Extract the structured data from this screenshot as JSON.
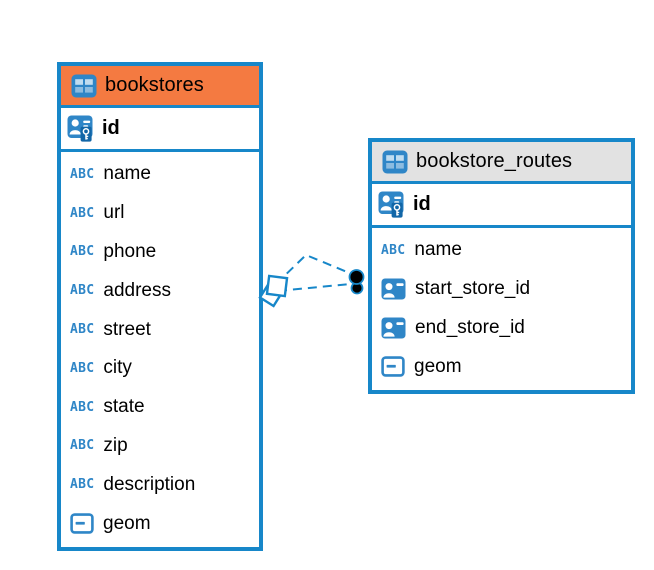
{
  "diagram": {
    "tables": [
      {
        "name": "bookstores",
        "header_color": "#F47A41",
        "header_icon": "table",
        "primary_key": {
          "name": "id",
          "icon": "primary-key"
        },
        "columns": [
          {
            "name": "name",
            "icon": "text"
          },
          {
            "name": "url",
            "icon": "text"
          },
          {
            "name": "phone",
            "icon": "text"
          },
          {
            "name": "address",
            "icon": "text"
          },
          {
            "name": "street",
            "icon": "text"
          },
          {
            "name": "city",
            "icon": "text"
          },
          {
            "name": "state",
            "icon": "text"
          },
          {
            "name": "zip",
            "icon": "text"
          },
          {
            "name": "description",
            "icon": "text"
          },
          {
            "name": "geom",
            "icon": "geometry"
          }
        ]
      },
      {
        "name": "bookstore_routes",
        "header_color": "#E2E2E2",
        "header_icon": "table",
        "primary_key": {
          "name": "id",
          "icon": "primary-key"
        },
        "columns": [
          {
            "name": "name",
            "icon": "text"
          },
          {
            "name": "start_store_id",
            "icon": "foreign-key"
          },
          {
            "name": "end_store_id",
            "icon": "foreign-key"
          },
          {
            "name": "geom",
            "icon": "geometry"
          }
        ]
      }
    ],
    "relationships": {
      "count": 2,
      "style": "dashed",
      "from_table": "bookstores",
      "to_table": "bookstore_routes",
      "from_symbol": "diamond",
      "to_symbol": "dot"
    }
  },
  "colors": {
    "table_border": "#1787C9",
    "relationship_line": "#1787C9",
    "bookstores_header": "#F47A41",
    "routes_header": "#E2E2E2",
    "icon_blue": "#2F86C7",
    "icon_blue_dark": "#1266A7",
    "text": "#000000",
    "background": "#FFFFFF"
  }
}
